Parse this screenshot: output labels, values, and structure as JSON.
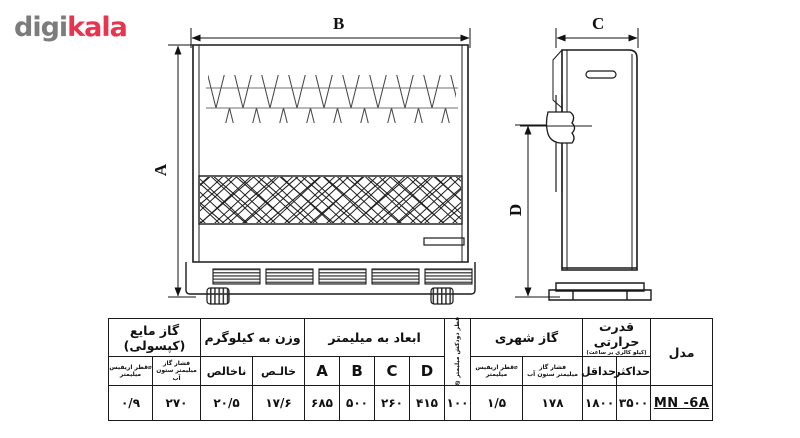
{
  "watermark": {
    "brand_first": "digi",
    "brand_second": "kala",
    "color_gray": "#7c7c7c",
    "color_red": "#e8344e"
  },
  "diagram": {
    "title": "gas-heater-technical-drawing",
    "front_view": {
      "name": "front-view",
      "dimension_width_label": "B",
      "dimension_height_label": "A",
      "top_grille": "triangular-lattice-pattern",
      "mid_grille": "diamond-mesh-pattern",
      "vent_count": 5,
      "foot_count": 2
    },
    "side_view": {
      "name": "side-view",
      "dimension_depth_label": "C",
      "dimension_height_label": "D",
      "has_control_knob": true,
      "has_handle_slot": true
    }
  },
  "table": {
    "headers": {
      "model": "مدل",
      "heat_power": "قدرت حرارتی",
      "heat_power_unit": "(کیلو کالری بر ساعت)",
      "heat_power_max": "حداکثر",
      "heat_power_min": "حداقل",
      "city_gas": "گاز شهری",
      "flue_diameter": "قطر دودکش",
      "flue_diameter_unit": "میلیمتر",
      "dimensions_mm": "ابعاد به میلیمتر",
      "weight_kg": "وزن به کیلوگرم",
      "lpg": "گاز مایع (کپسولی)",
      "orifice_diameter_l1": "قطر اریفیس",
      "orifice_diameter_l2": "میلیمتر",
      "gas_pressure_l1": "فشار گاز",
      "gas_pressure_l2": "میلیمتر ستون آب",
      "net_weight": "خالـص",
      "gross_weight": "ناخالص",
      "dim_a": "A",
      "dim_b": "B",
      "dim_c": "C",
      "dim_d": "D",
      "diameter_symbol": "⌀"
    },
    "row": {
      "model": "MN -6A",
      "heat_power_max": "۳۵۰۰",
      "heat_power_min": "۱۸۰۰",
      "city_gas_pressure": "۱۷۸",
      "city_gas_orifice": "۱/۵",
      "flue_diameter": "۱۰۰",
      "dim_d": "۴۱۵",
      "dim_c": "۲۶۰",
      "dim_b": "۵۰۰",
      "dim_a": "۶۸۵",
      "net_weight": "۱۷/۶",
      "gross_weight": "۲۰/۵",
      "lpg_pressure": "۲۷۰",
      "lpg_orifice": "۰/۹"
    },
    "accent_color": "#e01b24"
  }
}
